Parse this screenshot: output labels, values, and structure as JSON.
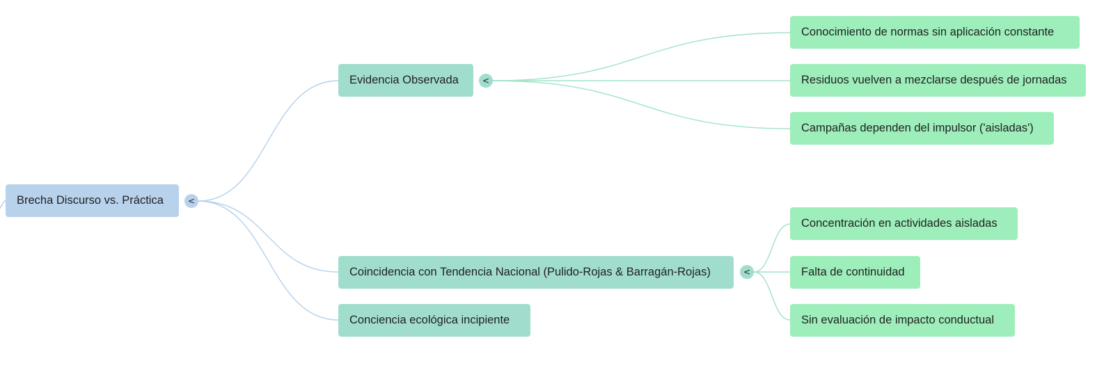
{
  "mindmap": {
    "root": {
      "label": "Brecha Discurso vs. Práctica",
      "toggle": "<"
    },
    "branches": [
      {
        "label": "Evidencia Observada",
        "toggle": "<",
        "children": [
          "Conocimiento de normas sin aplicación constante",
          "Residuos vuelven a mezclarse después de jornadas",
          "Campañas dependen del impulsor ('aisladas')"
        ]
      },
      {
        "label": "Coincidencia con Tendencia Nacional (Pulido-Rojas & Barragán-Rojas)",
        "toggle": "<",
        "children": [
          "Concentración en actividades aisladas",
          "Falta de continuidad",
          "Sin evaluación de impacto conductual"
        ]
      },
      {
        "label": "Conciencia ecológica incipiente"
      }
    ]
  },
  "colors": {
    "root": "#b9d2ec",
    "branch": "#a1ddcd",
    "leaf": "#9deeba",
    "edge_root": "#b5d0ec",
    "edge_branch": "#9fe3c6"
  }
}
